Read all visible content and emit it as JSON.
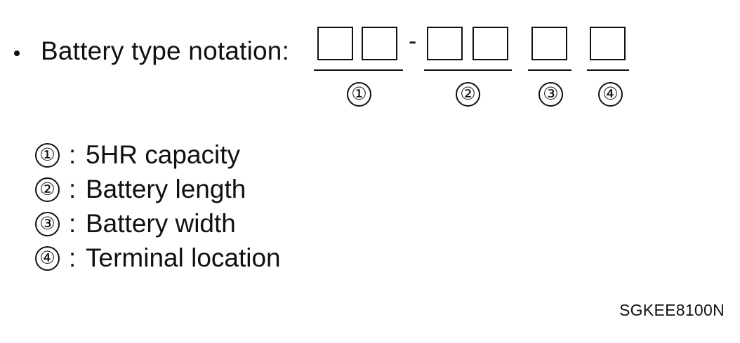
{
  "notation": {
    "heading": "Battery type notation:",
    "separator": "-",
    "markers": [
      "①",
      "②",
      "③",
      "④"
    ]
  },
  "legend": [
    {
      "marker": "①",
      "colon": ":",
      "label": "5HR capacity"
    },
    {
      "marker": "②",
      "colon": ":",
      "label": "Battery length"
    },
    {
      "marker": "③",
      "colon": ":",
      "label": "Battery width"
    },
    {
      "marker": "④",
      "colon": ":",
      "label": "Terminal location"
    }
  ],
  "figure_code": "SGKEE8100N"
}
